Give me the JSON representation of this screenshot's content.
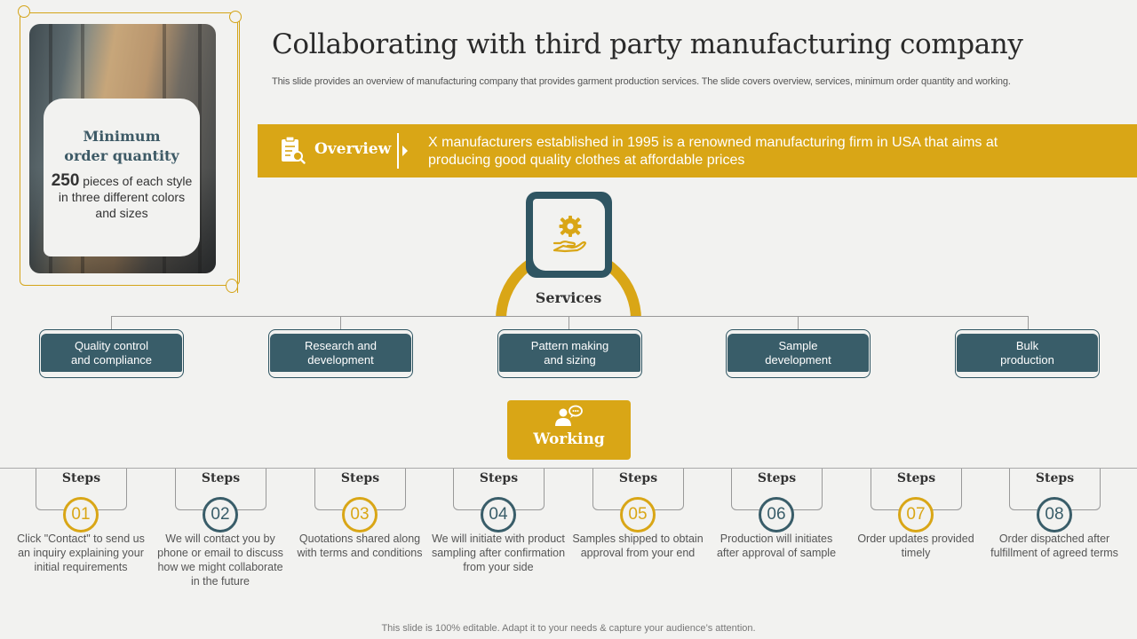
{
  "header": {
    "title": "Collaborating with third party manufacturing company",
    "subtitle": "This slide provides an overview of manufacturing company that provides garment production services. The slide covers overview, services, minimum order quantity and working."
  },
  "min_order": {
    "title_line1": "Minimum",
    "title_line2": "order quantity",
    "number": "250",
    "text": " pieces of each style in three different colors and sizes"
  },
  "overview": {
    "label": "Overview",
    "text": "X manufacturers established in 1995 is a renowned manufacturing firm in USA that aims at producing good quality clothes at affordable prices",
    "icon": "clipboard-search-icon"
  },
  "services": {
    "label": "Services",
    "icon": "hand-gear-icon",
    "items": [
      {
        "line1": "Quality control",
        "line2": "and compliance"
      },
      {
        "line1": "Research and",
        "line2": "development"
      },
      {
        "line1": "Pattern making",
        "line2": "and sizing"
      },
      {
        "line1": "Sample",
        "line2": "development"
      },
      {
        "line1": "Bulk",
        "line2": "production"
      }
    ]
  },
  "working": {
    "label": "Working",
    "icon": "person-chat-icon",
    "steps": [
      {
        "label": "Steps",
        "number": "01",
        "desc": "Click \"Contact\" to send us an inquiry explaining your initial requirements"
      },
      {
        "label": "Steps",
        "number": "02",
        "desc": "We will contact you by phone or email to discuss how we might collaborate in the future"
      },
      {
        "label": "Steps",
        "number": "03",
        "desc": "Quotations shared along with terms and conditions"
      },
      {
        "label": "Steps",
        "number": "04",
        "desc": "We will initiate with product sampling after confirmation from your side"
      },
      {
        "label": "Steps",
        "number": "05",
        "desc": "Samples shipped to obtain approval from your end"
      },
      {
        "label": "Steps",
        "number": "06",
        "desc": "Production will initiates after approval of sample"
      },
      {
        "label": "Steps",
        "number": "07",
        "desc": "Order updates provided timely"
      },
      {
        "label": "Steps",
        "number": "08",
        "desc": "Order dispatched after fulfillment of agreed terms"
      }
    ]
  },
  "footer": {
    "text": "This slide is 100% editable. Adapt it to your needs & capture your audience’s attention."
  },
  "colors": {
    "gold": "#d9a616",
    "teal": "#395d69",
    "background": "#f2f2f0"
  }
}
